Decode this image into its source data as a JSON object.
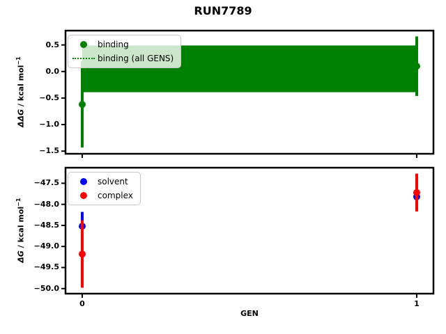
{
  "title": "RUN7789",
  "colors": {
    "binding": "#008000",
    "solvent": "#0000ff",
    "complex": "#ff0000",
    "axis": "#000000",
    "legend_border": "#c9c9c9"
  },
  "chart_data": [
    {
      "type": "scatter",
      "name": "ddg-vs-gen",
      "ylabel_math": "ΔΔG",
      "ylabel_units": " / kcal mol",
      "ylabel_sup": "−1",
      "x": [
        0,
        1
      ],
      "xlim": [
        -0.05,
        1.05
      ],
      "ylim": [
        -1.55,
        0.77
      ],
      "xticks": [
        0,
        1
      ],
      "yticks": [
        0.5,
        0.0,
        -0.5,
        -1.0,
        -1.5
      ],
      "ytick_labels": [
        "0.5",
        "0.0",
        "−0.5",
        "−1.0",
        "−1.5"
      ],
      "grid": false,
      "series": [
        {
          "name": "binding",
          "color": "#008000",
          "marker": "circle",
          "values": [
            -0.62,
            0.1
          ],
          "errors": [
            0.81,
            0.56
          ]
        }
      ],
      "band": {
        "name": "binding (all GENS)",
        "color": "#008000",
        "center": 0.05,
        "half_width": 0.44,
        "x_range": [
          0,
          1
        ],
        "line_style": "dotted"
      },
      "legend": {
        "position": "upper-left",
        "items": [
          {
            "label": "binding",
            "marker": "dot",
            "color": "#008000"
          },
          {
            "label": "binding (all GENS)",
            "marker": "dotted-line",
            "color": "#008000"
          }
        ]
      }
    },
    {
      "type": "scatter",
      "name": "dg-vs-gen",
      "ylabel_math": "ΔG",
      "ylabel_units": " / kcal mol",
      "ylabel_sup": "−1",
      "xlabel": "GEN",
      "x": [
        0,
        1
      ],
      "xlim": [
        -0.05,
        1.05
      ],
      "ylim": [
        -50.12,
        -47.13
      ],
      "xticks": [
        0,
        1
      ],
      "xtick_labels": [
        "0",
        "1"
      ],
      "yticks": [
        -47.5,
        -48.0,
        -48.5,
        -49.0,
        -49.5,
        -50.0
      ],
      "ytick_labels": [
        "−47.5",
        "−48.0",
        "−48.5",
        "−49.0",
        "−49.5",
        "−50.0"
      ],
      "grid": false,
      "series": [
        {
          "name": "solvent",
          "color": "#0000ff",
          "marker": "circle",
          "values": [
            -48.52,
            -47.82
          ],
          "errors": [
            0.34,
            0.27
          ]
        },
        {
          "name": "complex",
          "color": "#ff0000",
          "marker": "circle",
          "values": [
            -49.18,
            -47.72
          ],
          "errors": [
            0.8,
            0.45
          ]
        }
      ],
      "legend": {
        "position": "upper-left",
        "items": [
          {
            "label": "solvent",
            "marker": "dot",
            "color": "#0000ff"
          },
          {
            "label": "complex",
            "marker": "dot",
            "color": "#ff0000"
          }
        ]
      }
    }
  ]
}
